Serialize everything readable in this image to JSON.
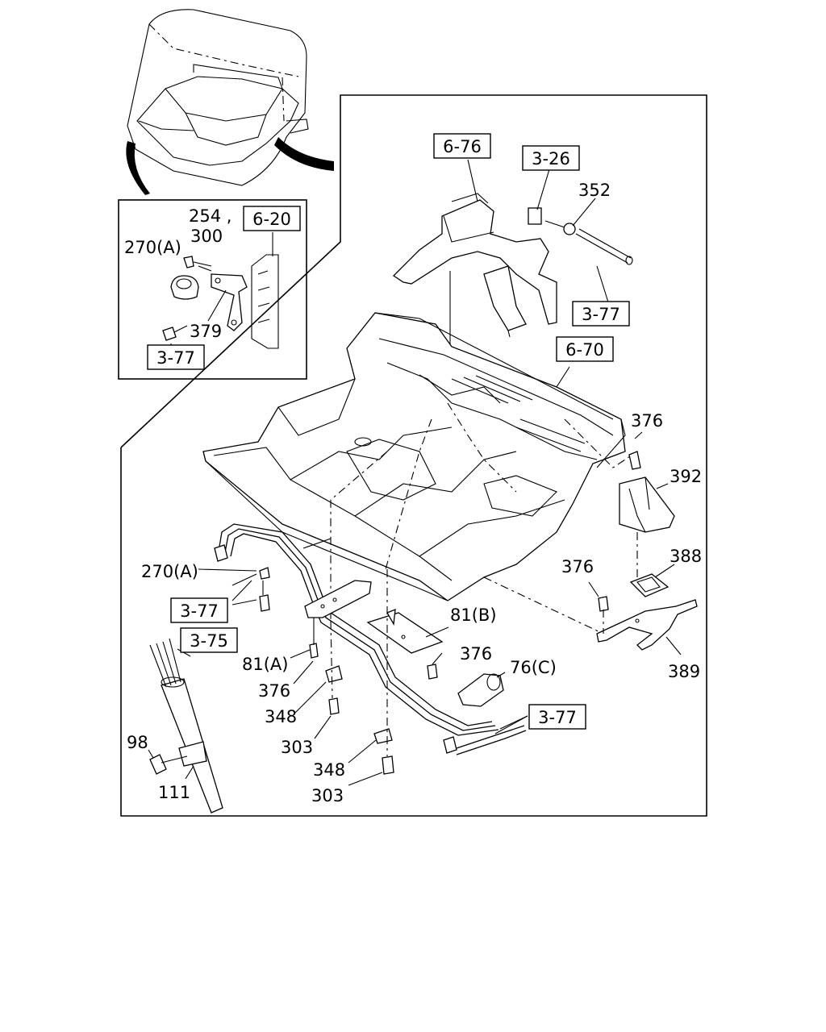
{
  "refs": {
    "r_6_76": "6-76",
    "r_3_26": "3-26",
    "r_3_77_top": "3-77",
    "r_6_70": "6-70",
    "r_6_20": "6-20",
    "r_3_77_inset": "3-77",
    "r_3_77_left": "3-77",
    "r_3_75": "3-75",
    "r_3_77_bottom": "3-77"
  },
  "parts": {
    "p352": "352",
    "p254": "254 ,",
    "p300": "300",
    "p270a_inset": "270(A)",
    "p379": "379",
    "p376_a": "376",
    "p392": "392",
    "p376_b": "376",
    "p388": "388",
    "p389": "389",
    "p270a_main": "270(A)",
    "p81b": "81(B)",
    "p81a": "81(A)",
    "p376_c": "376",
    "p376_d": "376",
    "p76c": "76(C)",
    "p348_a": "348",
    "p303_a": "303",
    "p98": "98",
    "p348_b": "348",
    "p303_b": "303",
    "p111": "111"
  }
}
